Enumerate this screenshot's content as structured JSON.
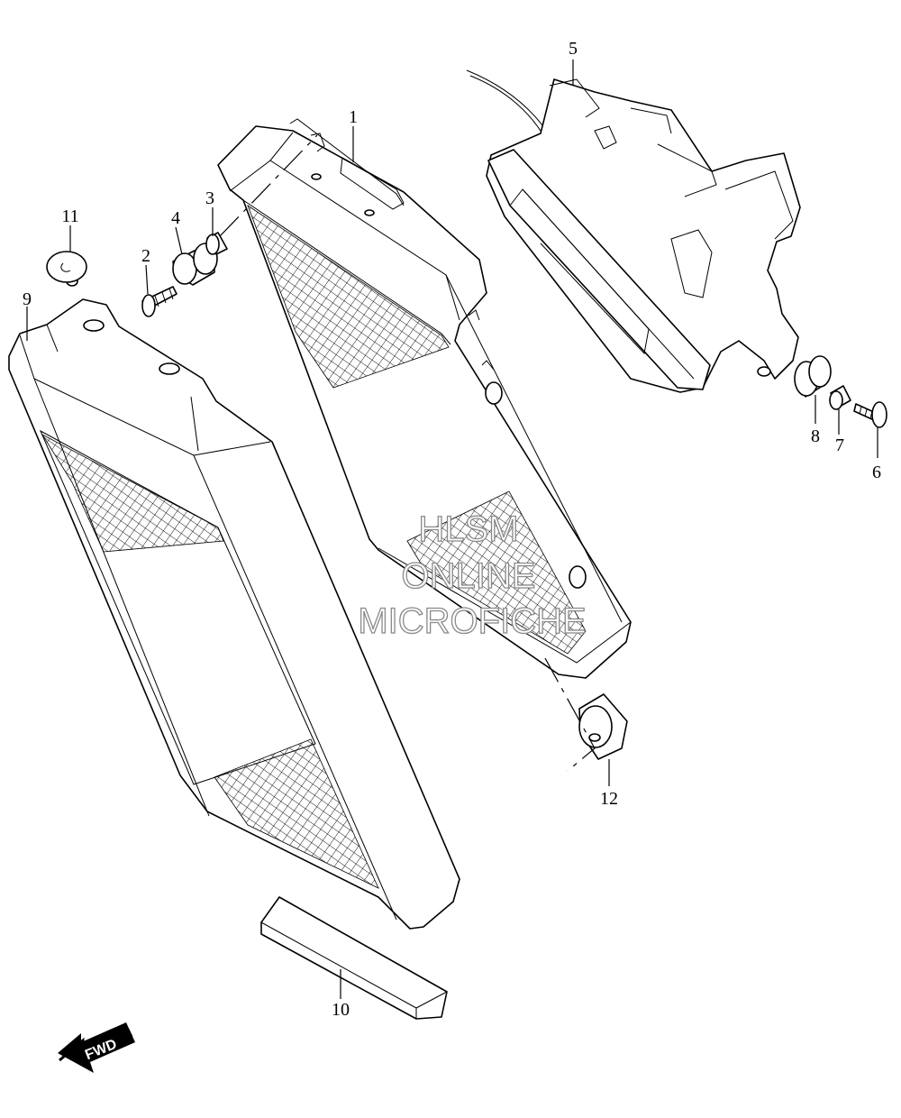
{
  "diagram": {
    "callouts": {
      "p1": "1",
      "p2": "2",
      "p3": "3",
      "p4": "4",
      "p5": "5",
      "p6": "6",
      "p7": "7",
      "p8": "8",
      "p9": "9",
      "p10": "10",
      "p11": "11",
      "p12": "12"
    },
    "fwd_label": "FWD",
    "watermark": [
      "HLSM",
      "ONLINE",
      "MICROFICHE"
    ]
  }
}
